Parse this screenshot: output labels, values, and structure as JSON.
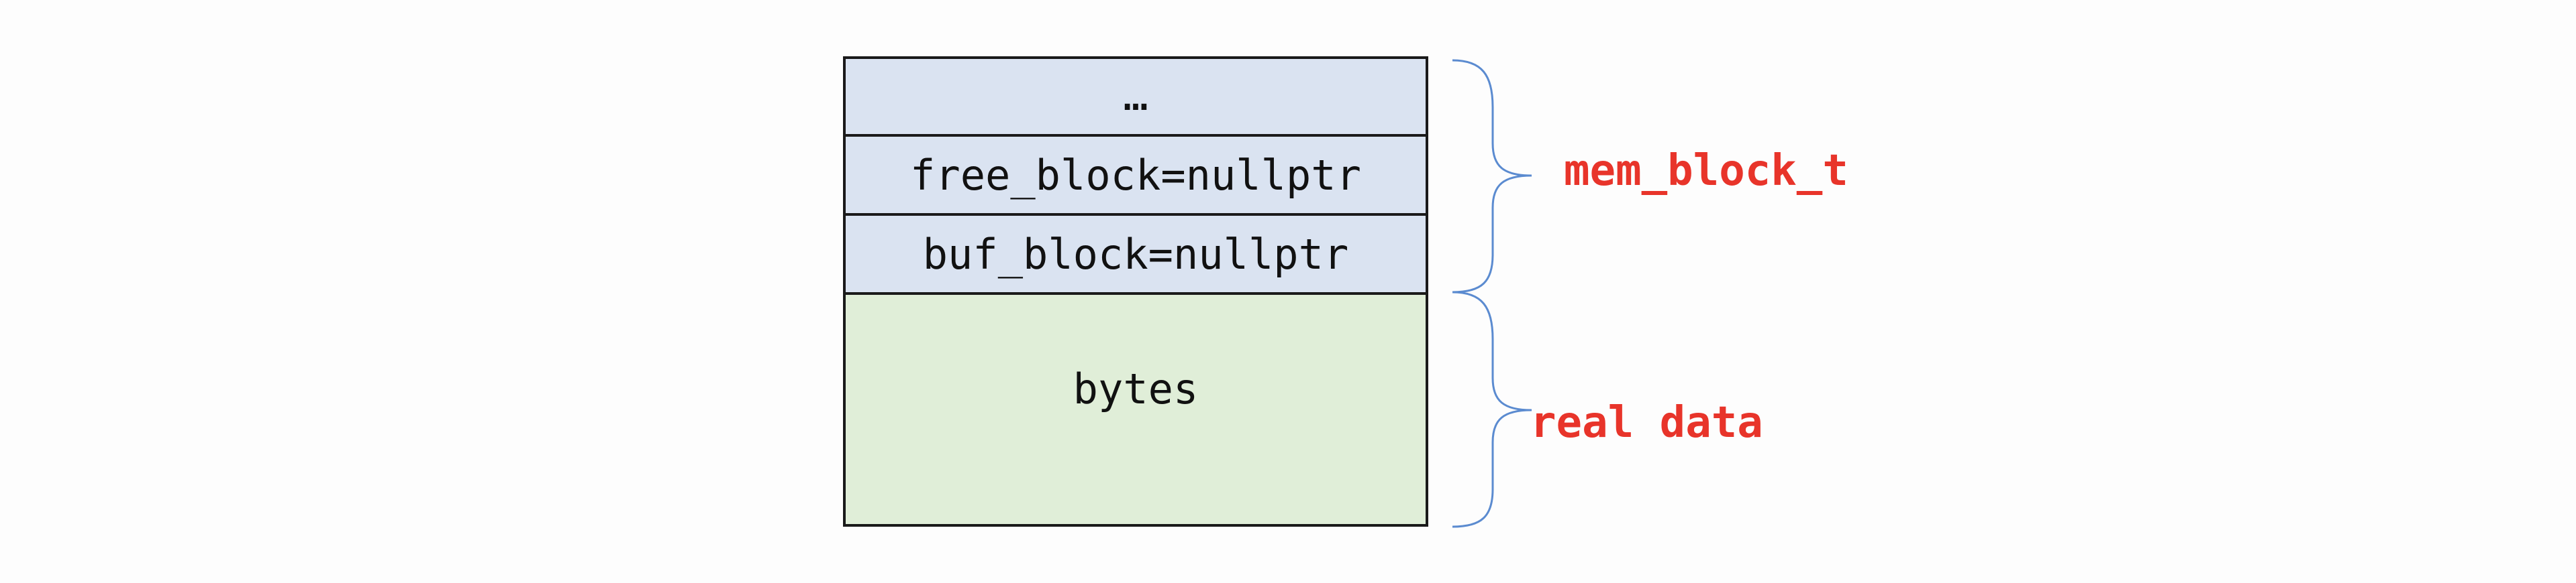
{
  "struct_fields": [
    {
      "text": "…"
    },
    {
      "text": "free_block=nullptr"
    },
    {
      "text": "buf_block=nullptr"
    }
  ],
  "payload": {
    "text": "bytes"
  },
  "annotations": {
    "header_label": "mem_block_t",
    "data_label": "real data"
  },
  "colors": {
    "header_fill": "#dae3f1",
    "data_fill": "#e0eed8",
    "border": "#1a1a1a",
    "label": "#e8342a",
    "brace": "#5b8bd0"
  }
}
